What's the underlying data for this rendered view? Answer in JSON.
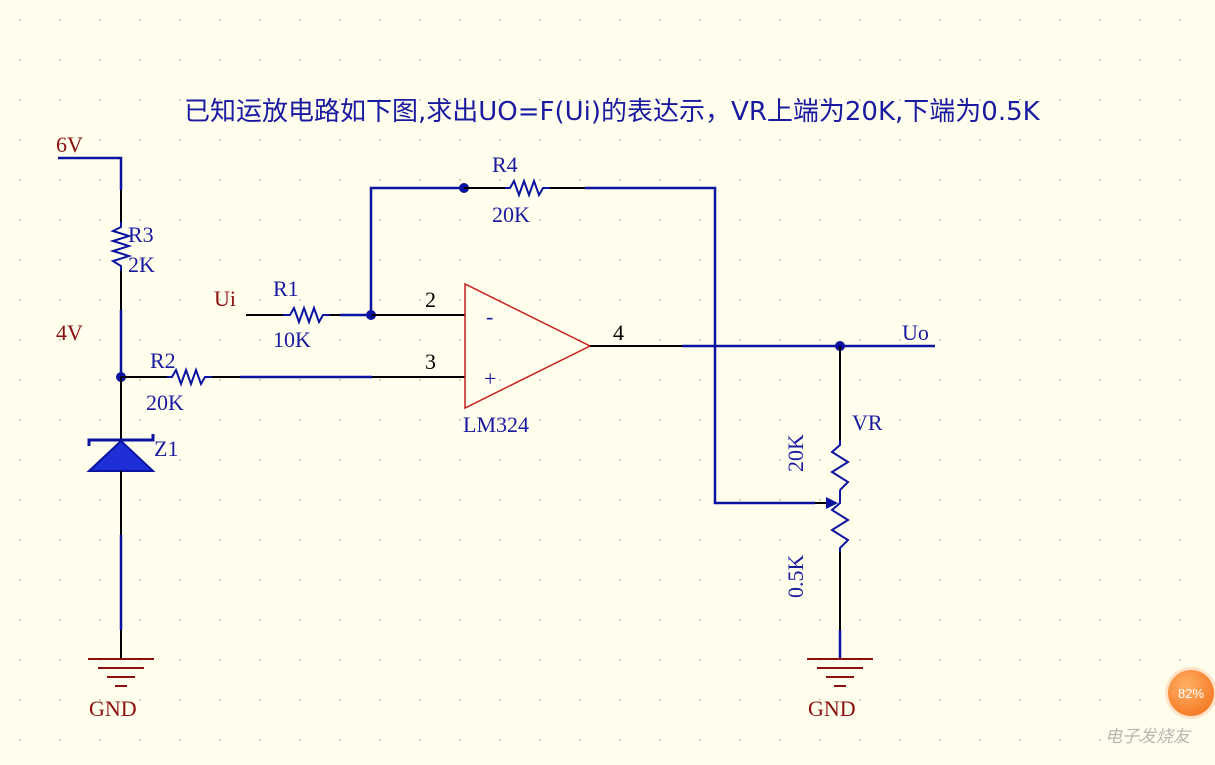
{
  "title": "已知运放电路如下图,求出UO=F(Ui)的表达示，VR上端为20K,下端为0.5K",
  "labels": {
    "v6": "6V",
    "v4": "4V",
    "r3_name": "R3",
    "r3_value": "2K",
    "r2_name": "R2",
    "r2_value": "20K",
    "z1_name": "Z1",
    "gnd_left": "GND",
    "ui": "Ui",
    "r1_name": "R1",
    "r1_value": "10K",
    "r4_name": "R4",
    "r4_value": "20K",
    "pin2": "2",
    "pin3": "3",
    "pin4": "4",
    "minus": "-",
    "plus": "+",
    "opamp": "LM324",
    "uo": "Uo",
    "vr_name": "VR",
    "vr_top": "20K",
    "vr_bottom": "0.5K",
    "gnd_right": "GND"
  },
  "badge": "82%",
  "watermark": "电子发烧友",
  "colors": {
    "background": "#fffdeb",
    "wire": "#0b14a0",
    "black_wire": "#000000",
    "label_red": "#8b0f0f",
    "label_blue": "#1a1aa0",
    "opamp_outline": "#c81e1e",
    "zener_fill": "#1e2fd8"
  }
}
